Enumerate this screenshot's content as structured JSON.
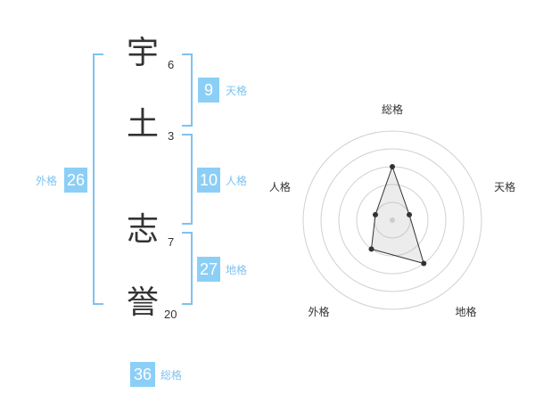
{
  "name_chars": [
    {
      "char": "宇",
      "strokes": "6"
    },
    {
      "char": "土",
      "strokes": "3"
    },
    {
      "char": "志",
      "strokes": "7"
    },
    {
      "char": "誉",
      "strokes": "20"
    }
  ],
  "kakusu": {
    "tenkaku": {
      "value": "9",
      "label": "天格"
    },
    "jinkaku": {
      "value": "10",
      "label": "人格"
    },
    "chikaku": {
      "value": "27",
      "label": "地格"
    },
    "gaikaku": {
      "value": "26",
      "label": "外格"
    },
    "soukaku": {
      "value": "36",
      "label": "総格"
    }
  },
  "colors": {
    "accent": "#8ccff6",
    "bracket": "#7fc2ee",
    "text": "#333333"
  },
  "chart_data": {
    "type": "radar",
    "axes": [
      "総格",
      "天格",
      "地格",
      "外格",
      "人格"
    ],
    "values": [
      3,
      1,
      3,
      2,
      1
    ],
    "max": 5,
    "rings": 5
  }
}
